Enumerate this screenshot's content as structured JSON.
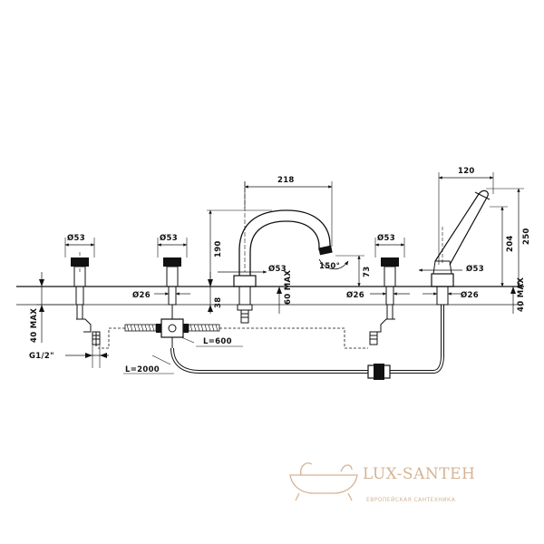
{
  "drawing": {
    "dimensions": {
      "d53_left_1": "Ø53",
      "d53_left_2": "Ø53",
      "d53_spout": "Ø53",
      "d53_right_valve": "Ø53",
      "d53_shower": "Ø53",
      "d26_left": "Ø26",
      "d26_right_valve": "Ø26",
      "d26_shower": "Ø26",
      "spout_reach": "218",
      "spout_height": "190",
      "outlet_height": "73",
      "swivel_angle": "150°",
      "shank_38": "38",
      "shank_60max": "60 MAX",
      "shank_40max_left": "40 MAX",
      "shank_40max_right": "40 MAX",
      "thread": "G1/2\"",
      "hose_short": "L=600",
      "hose_long": "L=2000",
      "shower_width": "120",
      "shower_height_250": "250",
      "shower_height_204": "204"
    }
  },
  "watermark": {
    "brand": "LUX-SANTEH",
    "tagline": "ЕВРОПЕЙСКАЯ САНТЕХНИКА",
    "color": "#cda882"
  }
}
